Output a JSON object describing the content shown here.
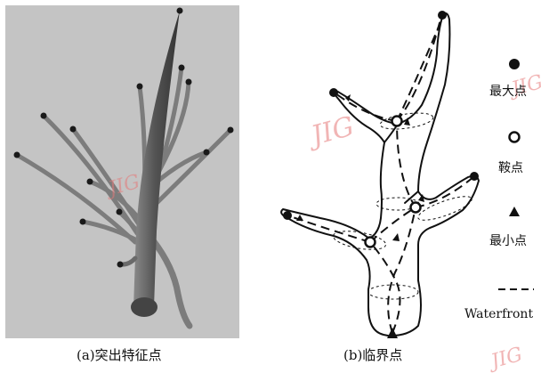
{
  "captions": {
    "a": "(a)突出特征点",
    "b": "(b)临界点"
  },
  "legend": {
    "max": "最大点",
    "saddle": "鞍点",
    "min": "最小点",
    "waterfront": "Waterfront"
  },
  "watermark": "JIG",
  "colors": {
    "panel_background": "#c4c4c4",
    "branch": "#707070",
    "trunk": "#4a4a4a",
    "watermark": "#e67878"
  }
}
